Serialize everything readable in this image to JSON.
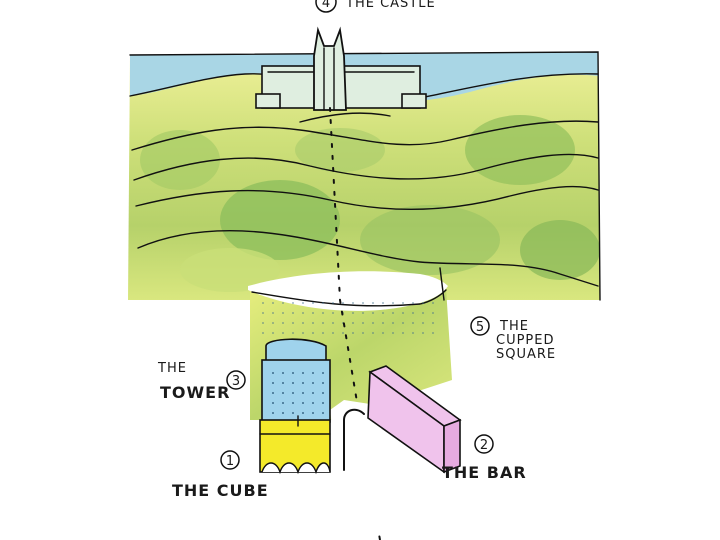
{
  "labels": {
    "castle": {
      "number": "4",
      "text": "THE CASTLE"
    },
    "cupped_square": {
      "number": "5",
      "line1": "THE",
      "line2": "CUPPED",
      "line3": "SQUARE"
    },
    "tower": {
      "number": "3",
      "line1": "THE",
      "line2": "TOWER"
    },
    "bar": {
      "number": "2",
      "text": "THE BAR"
    },
    "cube": {
      "number": "1",
      "text": "THE CUBE"
    }
  },
  "colors": {
    "sky": "#a9d6e5",
    "hills_light": "#e6ec8a",
    "hills_mid": "#b9d26a",
    "hills_dark": "#7fae55",
    "castle": "#dfeee0",
    "tower": "#9fd3ec",
    "cube": "#f4ea2a",
    "bar": "#f0c3ec",
    "ink": "#111111"
  }
}
